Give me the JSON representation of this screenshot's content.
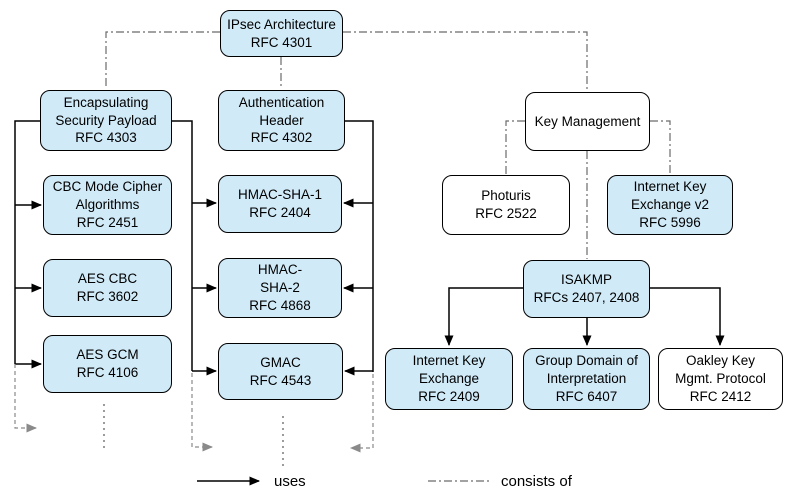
{
  "boxes": {
    "ipsec": {
      "lines": [
        "IPsec Architecture",
        "RFC 4301"
      ],
      "fill": "blue"
    },
    "esp": {
      "lines": [
        "Encapsulating",
        "Security Payload",
        "RFC 4303"
      ],
      "fill": "blue"
    },
    "ah": {
      "lines": [
        "Authentication",
        "Header",
        "RFC 4302"
      ],
      "fill": "blue"
    },
    "km": {
      "lines": [
        "Key Management"
      ],
      "fill": "white"
    },
    "cbc": {
      "lines": [
        "CBC Mode Cipher",
        "Algorithms",
        "RFC 2451"
      ],
      "fill": "blue"
    },
    "hmac_sha1": {
      "lines": [
        "HMAC-SHA-1",
        "RFC 2404"
      ],
      "fill": "blue"
    },
    "photuris": {
      "lines": [
        "Photuris",
        "RFC 2522"
      ],
      "fill": "white"
    },
    "ikev2": {
      "lines": [
        "Internet Key",
        "Exchange v2",
        "RFC 5996"
      ],
      "fill": "blue"
    },
    "aes_cbc": {
      "lines": [
        "AES CBC",
        "RFC 3602"
      ],
      "fill": "blue"
    },
    "hmac_sha2": {
      "lines": [
        "HMAC-",
        "SHA-2",
        "RFC 4868"
      ],
      "fill": "blue"
    },
    "isakmp": {
      "lines": [
        "ISAKMP",
        "RFCs 2407, 2408"
      ],
      "fill": "blue"
    },
    "aes_gcm": {
      "lines": [
        "AES GCM",
        "RFC 4106"
      ],
      "fill": "blue"
    },
    "gmac": {
      "lines": [
        "GMAC",
        "RFC 4543"
      ],
      "fill": "blue"
    },
    "ike": {
      "lines": [
        "Internet Key",
        "Exchange",
        "RFC 2409"
      ],
      "fill": "blue"
    },
    "gdoi": {
      "lines": [
        "Group Domain of",
        "Interpretation",
        "RFC 6407"
      ],
      "fill": "blue"
    },
    "oakley": {
      "lines": [
        "Oakley Key",
        "Mgmt. Protocol",
        "RFC 2412"
      ],
      "fill": "white"
    }
  },
  "legend": {
    "uses": "uses",
    "consists_of": "consists of"
  },
  "relations": {
    "uses": [
      [
        "esp",
        "cbc"
      ],
      [
        "esp",
        "aes_cbc"
      ],
      [
        "esp",
        "aes_gcm"
      ],
      [
        "esp",
        "hmac_sha1"
      ],
      [
        "esp",
        "hmac_sha2"
      ],
      [
        "esp",
        "gmac"
      ],
      [
        "ah",
        "hmac_sha1"
      ],
      [
        "ah",
        "hmac_sha2"
      ],
      [
        "ah",
        "gmac"
      ],
      [
        "isakmp",
        "ike"
      ],
      [
        "isakmp",
        "gdoi"
      ],
      [
        "isakmp",
        "oakley"
      ]
    ],
    "consists_of": [
      [
        "ipsec",
        "esp"
      ],
      [
        "ipsec",
        "ah"
      ],
      [
        "ipsec",
        "km"
      ],
      [
        "km",
        "photuris"
      ],
      [
        "km",
        "ikev2"
      ],
      [
        "km",
        "isakmp"
      ]
    ]
  },
  "colors": {
    "box_fill_blue": "#d0eaf8",
    "box_fill_white": "#ffffff",
    "box_border": "#000000",
    "uses_arrow": "#000000",
    "consists_of_line": "#6b6b6b",
    "continuation_gray": "#8a8a8a",
    "text": "#000000"
  }
}
